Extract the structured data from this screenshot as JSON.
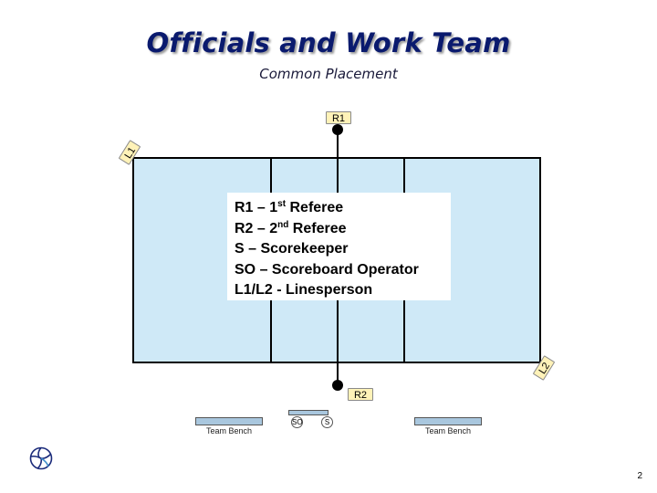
{
  "title": "Officials and Work Team",
  "subtitle": "Common Placement",
  "labels": {
    "r1": "R1",
    "r2": "R2",
    "l1": "L1",
    "l2": "L2",
    "so": "SO",
    "s": "S",
    "bench_left": "Team Bench",
    "bench_right": "Team Bench"
  },
  "legend": {
    "r1_prefix": "R1 – 1",
    "r1_sup": "st",
    "r1_suffix": " Referee",
    "r2_prefix": "R2 – 2",
    "r2_sup": "nd",
    "r2_suffix": " Referee",
    "s": "S – Scorekeeper",
    "so": "SO – Scoreboard Operator",
    "lines": "L1/L2 - Linesperson"
  },
  "page_number": "2",
  "colors": {
    "court": "#cfe9f7",
    "label_tag": "#fff2b8",
    "bench": "#a9c7de",
    "title": "#0a1a6e"
  },
  "icons": {
    "logo": "volleyball-icon"
  }
}
